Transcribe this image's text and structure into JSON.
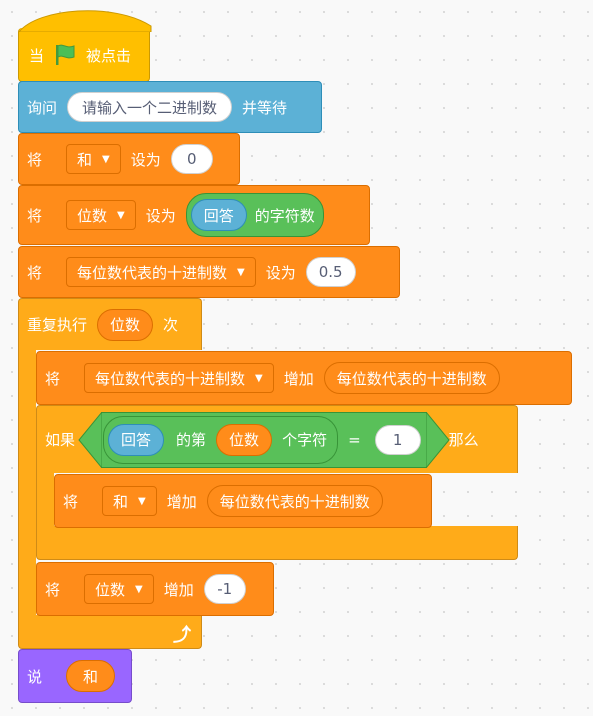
{
  "script": {
    "hat": {
      "prefix": "当",
      "suffix": "被点击",
      "flag_icon": "green-flag-icon"
    },
    "ask": {
      "label": "询问",
      "input": "请输入一个二进制数",
      "suffix": "并等待"
    },
    "set_sum": {
      "label": "将",
      "variable": "和",
      "set_label": "设为",
      "value": "0"
    },
    "set_digits": {
      "label": "将",
      "variable": "位数",
      "set_label": "设为",
      "answer": "回答",
      "length_label": "的字符数"
    },
    "set_place": {
      "label": "将",
      "variable": "每位数代表的十进制数",
      "set_label": "设为",
      "value": "0.5"
    },
    "repeat": {
      "label": "重复执行",
      "times": "位数",
      "suffix": "次",
      "loop_icon": "loop-arrow-icon"
    },
    "change_place": {
      "label": "将",
      "variable": "每位数代表的十进制数",
      "change_label": "增加",
      "value": "每位数代表的十进制数"
    },
    "if_block": {
      "label": "如果",
      "then": "那么",
      "condition": {
        "answer": "回答",
        "of_label": "的第",
        "index": "位数",
        "char_label": "个字符",
        "equals": "=",
        "value": "1"
      }
    },
    "change_sum": {
      "label": "将",
      "variable": "和",
      "change_label": "增加",
      "value": "每位数代表的十进制数"
    },
    "change_digits": {
      "label": "将",
      "variable": "位数",
      "change_label": "增加",
      "value": "-1"
    },
    "say": {
      "label": "说",
      "value": "和"
    }
  },
  "colors": {
    "events": "#ffbf00",
    "sensing": "#5cb1d6",
    "variables": "#ff8c1a",
    "control": "#ffab19",
    "operators": "#59c059",
    "looks": "#9966ff",
    "flag": "#4cbf56"
  }
}
